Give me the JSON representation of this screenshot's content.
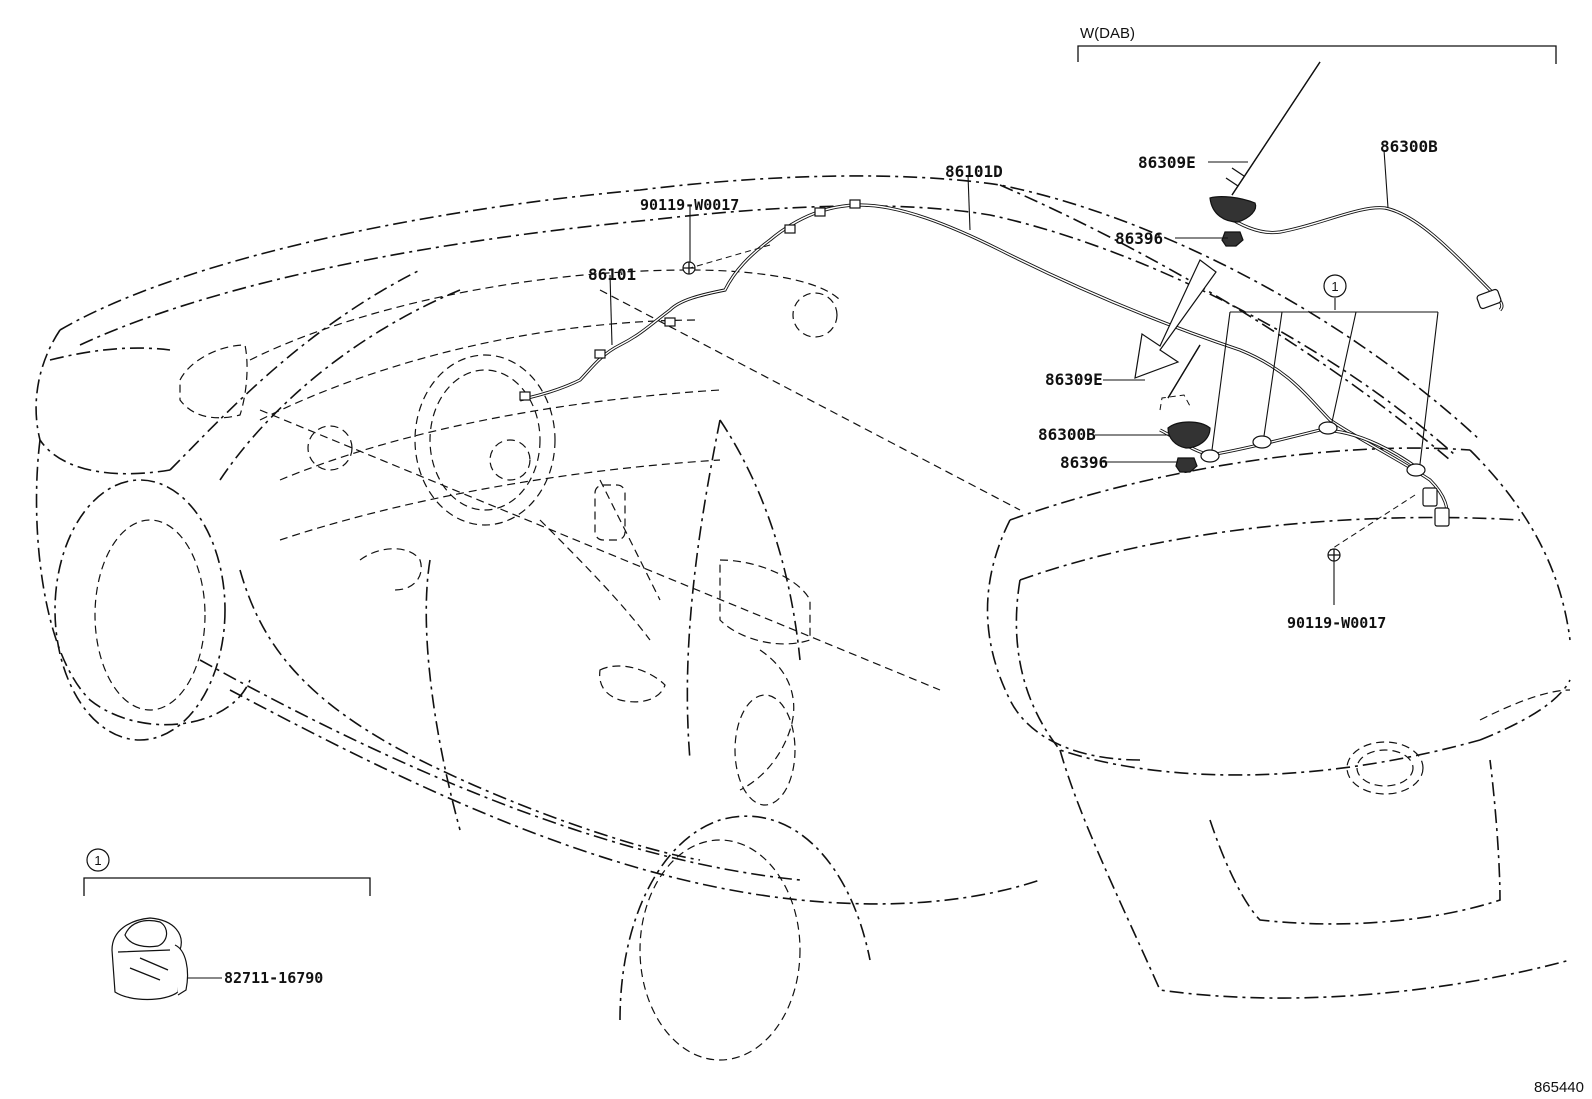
{
  "header": {
    "variant_label": "W(DAB)",
    "group_marker": "1"
  },
  "labels": {
    "antenna_rod_top": "86309E",
    "antenna_base_top": "86300B",
    "nut_top": "86396",
    "cable_roof": "86101D",
    "bolt_front": "90119-W0017",
    "cable_dash": "86101",
    "antenna_rod_mid": "86309E",
    "antenna_base_mid": "86300B",
    "nut_mid": "86396",
    "bolt_rear": "90119-W0017",
    "clamp_part": "82711-16790"
  },
  "inset": {
    "marker": "1"
  },
  "footer": {
    "illustration_number": "865440"
  }
}
